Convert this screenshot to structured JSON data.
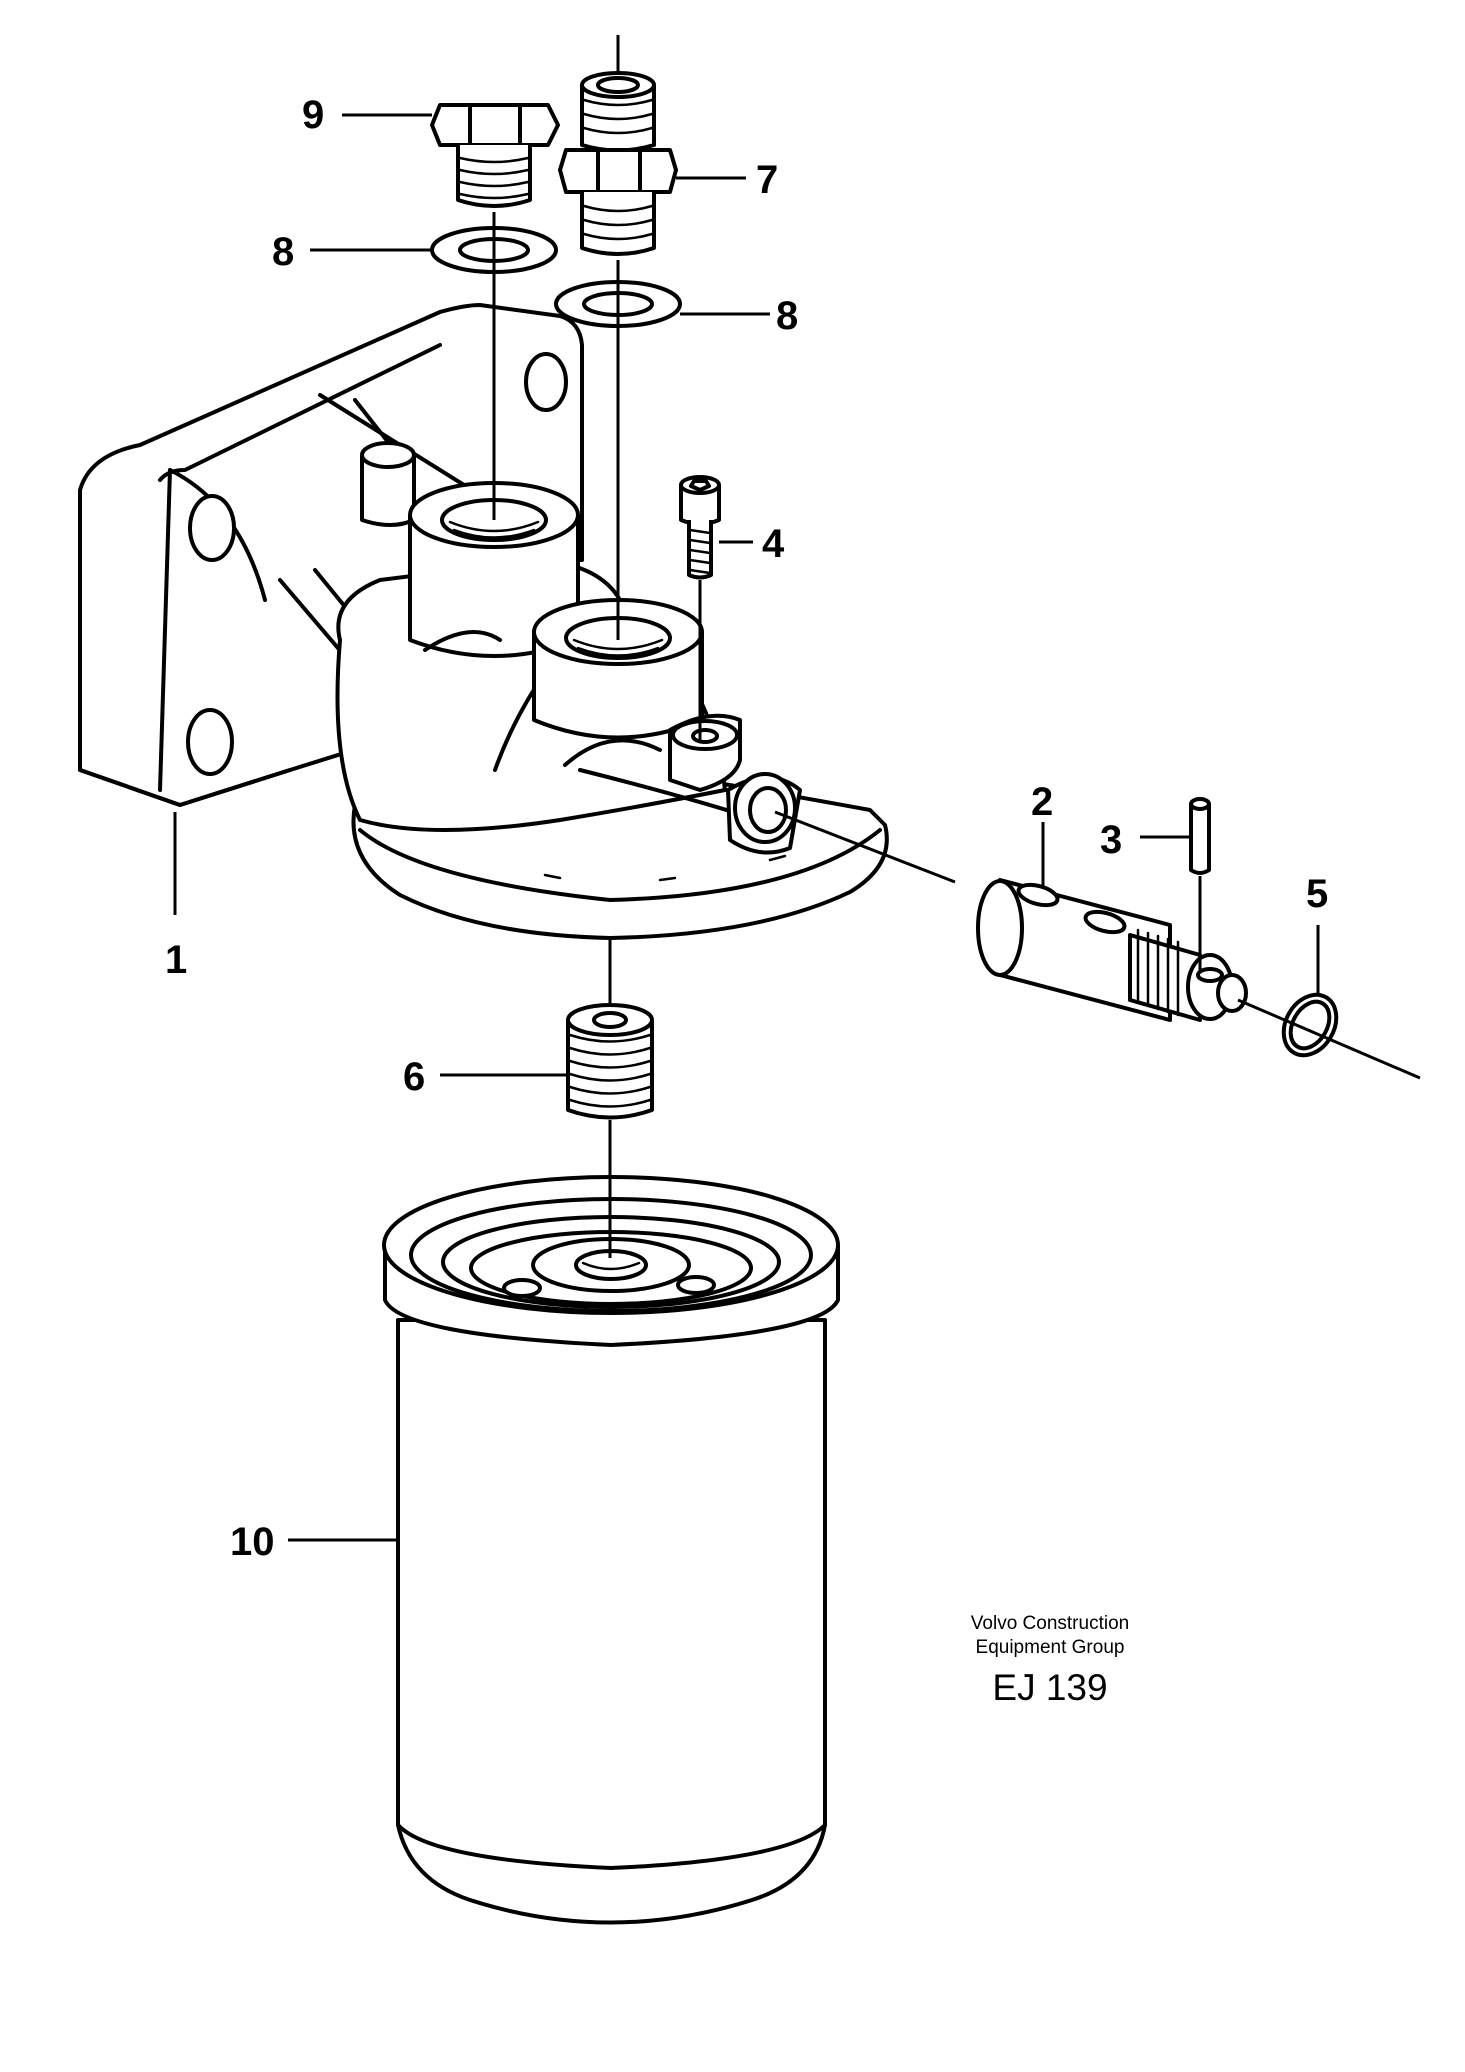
{
  "callouts": {
    "c1": "1",
    "c2": "2",
    "c3": "3",
    "c4": "4",
    "c5": "5",
    "c6": "6",
    "c7": "7",
    "c8a": "8",
    "c8b": "8",
    "c9": "9",
    "c10": "10"
  },
  "credit": {
    "line1": "Volvo Construction",
    "line2": "Equipment Group",
    "code": "EJ 139"
  }
}
